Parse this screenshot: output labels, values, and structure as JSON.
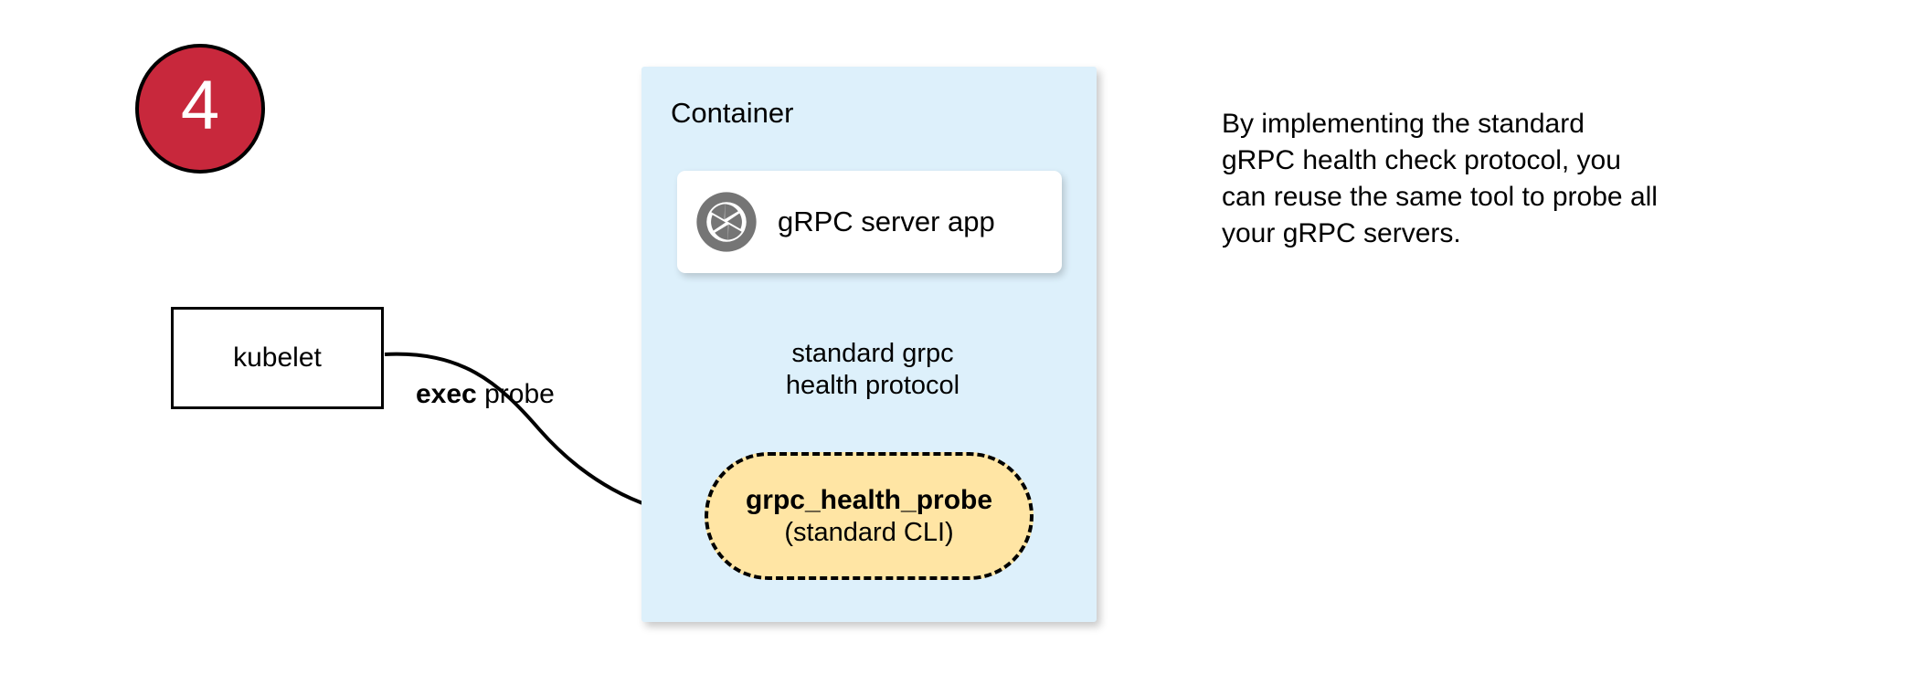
{
  "step": {
    "number": "4"
  },
  "kubelet": {
    "label": "kubelet"
  },
  "container": {
    "title": "Container"
  },
  "server_app": {
    "icon": "grpc-aperture-icon",
    "label": "gRPC server app"
  },
  "probe": {
    "title": "grpc_health_probe",
    "subtitle": "(standard CLI)"
  },
  "edges": {
    "exec_probe_bold": "exec",
    "exec_probe_rest": " probe",
    "protocol_line1": "standard grpc",
    "protocol_line2": "health protocol"
  },
  "note": {
    "line1": "By implementing the standard",
    "line2": "gRPC health check protocol, you",
    "line3": "can reuse the same tool to probe all",
    "line4": "your gRPC servers."
  },
  "colors": {
    "badge_red": "#c8283c",
    "container_blue": "#ddf0fb",
    "probe_yellow": "#ffe5a4",
    "icon_gray": "#757575",
    "stroke_black": "#000000",
    "card_white": "#ffffff"
  }
}
